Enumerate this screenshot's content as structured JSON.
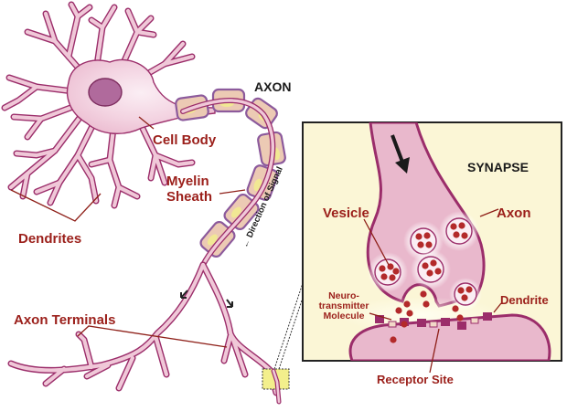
{
  "title": "Neuron and Synapse",
  "neuron_labels": {
    "axon": "AXON",
    "cell_body": "Cell Body",
    "myelin_line1": "Myelin",
    "myelin_line2": "Sheath",
    "dendrites": "Dendrites",
    "axon_terminals": "Axon Terminals",
    "direction_of_signal": "← Direction of Signal"
  },
  "synapse_labels": {
    "title": "SYNAPSE",
    "vesicle": "Vesicle",
    "axon": "Axon",
    "neuro_line1": "Neuro-",
    "neuro_line2": "transmitter",
    "neuro_line3": "Molecule",
    "dendrite": "Dendrite",
    "receptor_site": "Receptor Site"
  },
  "colors": {
    "label_red": "#9b1f1a",
    "membrane_pink": "#f0c8d8",
    "membrane_outline": "#9b2d6a",
    "nucleus": "#b06a9c",
    "myelin_fill": "#eccab4",
    "myelin_outline": "#8c5a9c",
    "myelin_highlight": "#f3ef8c",
    "synapse_background": "#fbf6d6",
    "neurotransmitter": "#b32a2a"
  }
}
